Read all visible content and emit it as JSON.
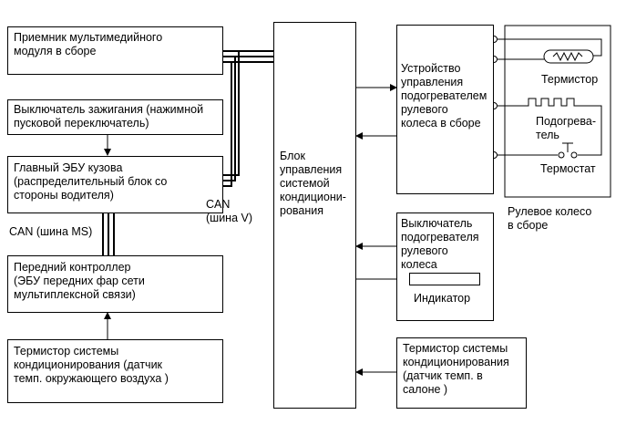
{
  "blocks": {
    "receiver": "Приемник мультимедийного\nмодуля в сборе",
    "ignition": "Выключатель зажигания (нажимной\nпусковой переключатель)",
    "main_ecu": "Главный ЭБУ кузова\n(распределительный блок со\nстороны водителя)",
    "front_controller": "Передний контроллер\n(ЭБУ передних фар сети\nмультиплексной связи)",
    "ambient_thermistor": "Термистор системы\nкондиционирования (датчик\nтемп. окружающего воздуха )",
    "ac_control": "Блок\nуправления\nсистемой\nкондициони-\nрования",
    "heater_ecu": "Устройство\nуправления\nподогревателем\nрулевого\nколеса в сборе",
    "heater_switch": "Выключатель\nподогревателя\nрулевого\nколеса",
    "indicator": "Индикатор",
    "cabin_thermistor": "Термистор системы\nкондиционирования\n(датчик темп. в\nсалоне )"
  },
  "labels": {
    "can_v": "CAN\n(шина V)",
    "can_ms": "CAN (шина MS)",
    "thermistor": "Термистор",
    "heater": "Подогрева-\nтель",
    "thermostat": "Термостат",
    "steering_wheel": "Рулевое колесо\nв сборе"
  }
}
